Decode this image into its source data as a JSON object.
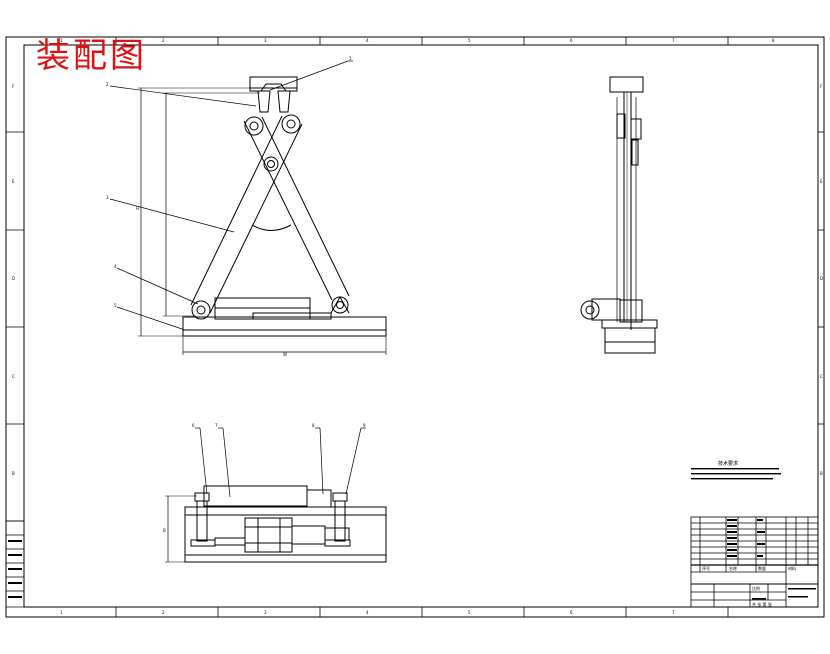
{
  "drawing": {
    "title_text": "装配图",
    "title_color": "#e01010",
    "line_color": "#000000",
    "technical_requirements_heading": "技术要求",
    "title_block": {
      "col_a": "序号",
      "col_b": "名称",
      "col_c": "数量",
      "col_d": "材料",
      "scale_label": "比例",
      "sheet_label": "共 张 第 张"
    }
  }
}
